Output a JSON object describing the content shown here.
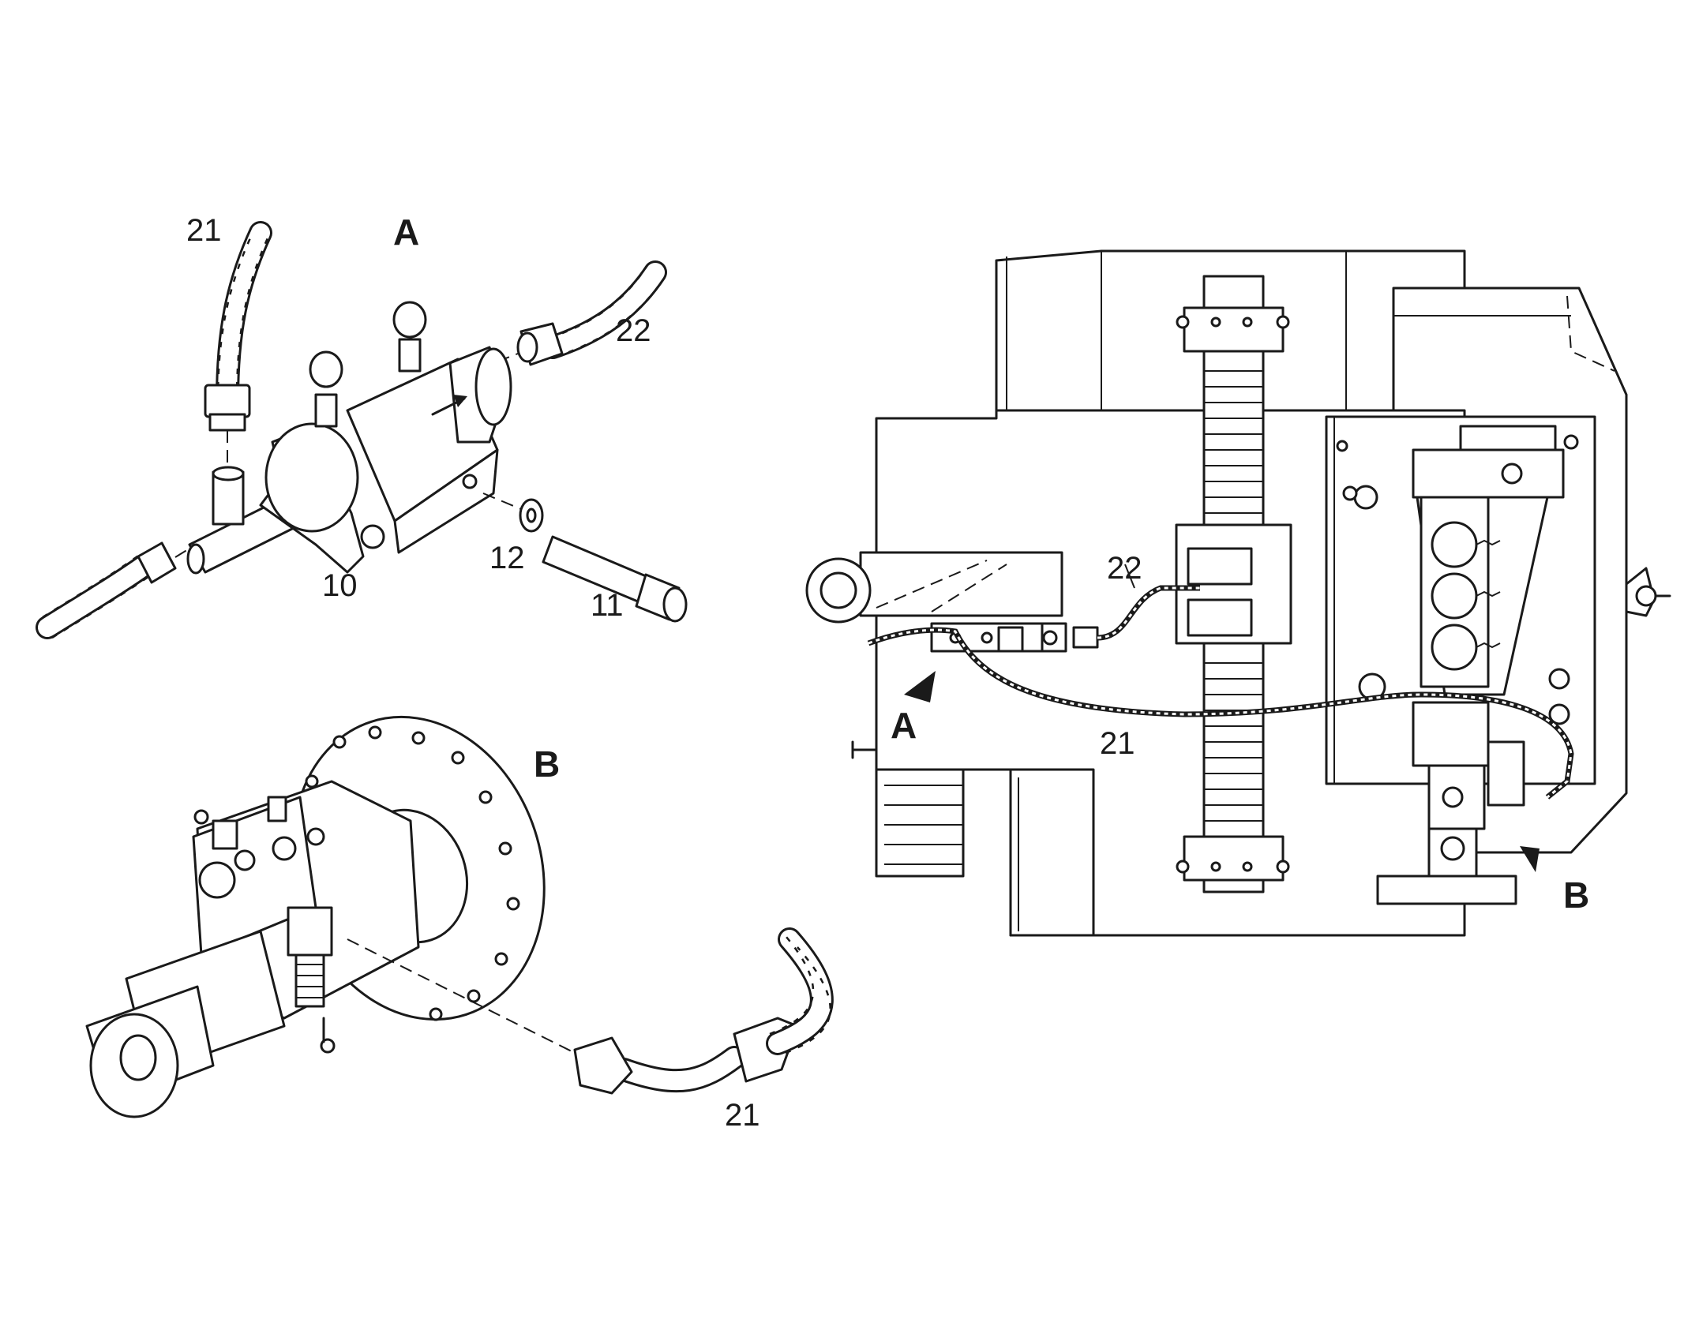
{
  "labels": {
    "view_a": "A",
    "view_b": "B",
    "a_hose_21": "21",
    "a_hose_22": "22",
    "a_valve_10": "10",
    "a_washer_12": "12",
    "a_bolt_11": "11",
    "b_hose_21": "21",
    "main_hose_22": "22",
    "main_hose_21": "21",
    "main_arrow_a": "A",
    "main_arrow_b": "B"
  }
}
